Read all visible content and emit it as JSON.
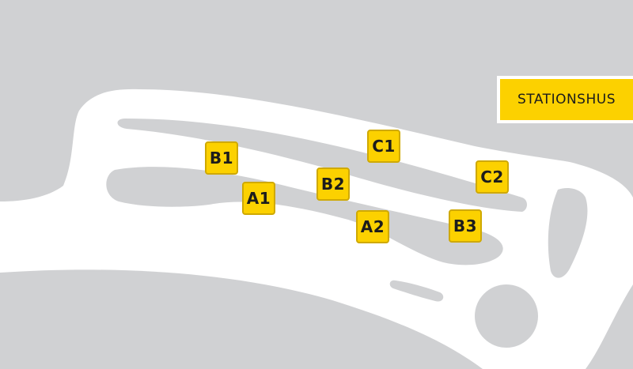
{
  "map": {
    "colors": {
      "background": "#d0d1d3",
      "road": "#ffffff",
      "marker": "#fcd100",
      "marker_border": "#cfa900",
      "text": "#1c1c1c"
    },
    "station": {
      "label": "STATIONSHUS"
    },
    "stops": [
      {
        "id": "b1",
        "label": "B1"
      },
      {
        "id": "a1",
        "label": "A1"
      },
      {
        "id": "b2",
        "label": "B2"
      },
      {
        "id": "c1",
        "label": "C1"
      },
      {
        "id": "a2",
        "label": "A2"
      },
      {
        "id": "b3",
        "label": "B3"
      },
      {
        "id": "c2",
        "label": "C2"
      }
    ]
  }
}
